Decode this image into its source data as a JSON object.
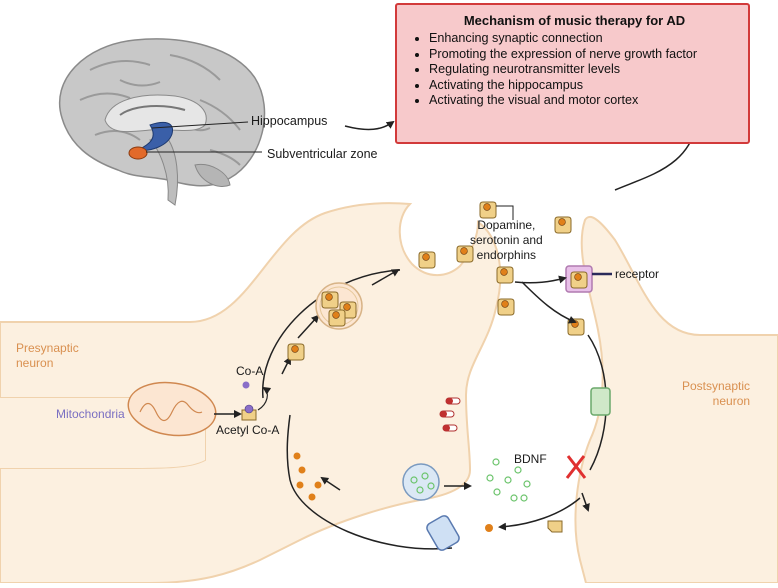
{
  "mechanism_box": {
    "title": "Mechanism of music therapy for AD",
    "items": [
      "Enhancing synaptic connection",
      "Promoting the expression of nerve growth factor",
      "Regulating neurotransmitter levels",
      "Activating the hippocampus",
      "Activating the visual and motor cortex"
    ]
  },
  "brain": {
    "hippocampus_label": "Hippocampus",
    "subventricular_label": "Subventricular zone"
  },
  "synapse": {
    "presynaptic_label": "Presynaptic\nneuron",
    "postsynaptic_label": "Postsynaptic\nneuron",
    "mitochondria_label": "Mitochondria",
    "coa_label": "Co-A",
    "acetyl_coa_label": "Acetyl Co-A",
    "neurotransmitter_label": "Dopamine,\nserotonin and\nendorphins",
    "receptor_label": "receptor",
    "bdnf_label": "BDNF"
  },
  "colors": {
    "box_fill": "#f7c9cb",
    "box_border": "#d23a3a",
    "neuron_fill": "#fcf0e0",
    "neuron_stroke": "#f0d2ad",
    "vesicle_gold": "#f0d088",
    "molecule_orange": "#e0801a",
    "inhibit_red": "#e03030",
    "bdnf_green": "#6cc46c"
  }
}
